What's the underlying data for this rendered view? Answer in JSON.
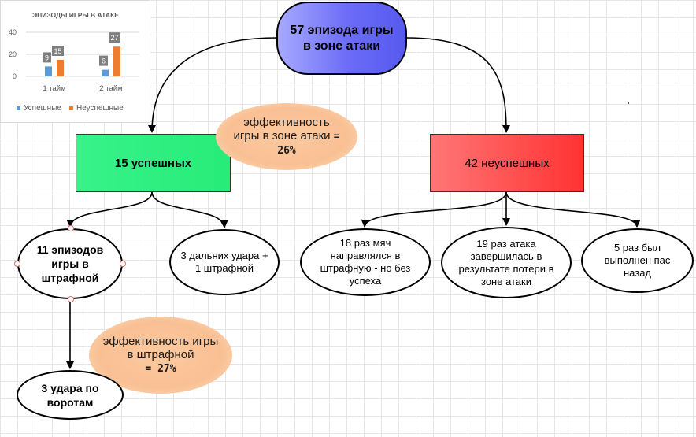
{
  "diagram": {
    "root": "57 эпизода игры в зоне атаки",
    "success": "15 успешных",
    "fail": "42 неуспешных",
    "callout_zone_text": "эффективность игры в зоне атаки",
    "callout_zone_value": "= 26%",
    "callout_penalty_text": "эффективность игры в штрафной",
    "callout_penalty_value": "= 27%",
    "penalty_episodes": "11 эпизодов игры в штрафной",
    "long_shots": "3 дальних удара + 1 штрафной",
    "shots_on_goal": "3 удара по воротам",
    "ball_to_box": "18 раз мяч направлялся в штрафную - но без успеха",
    "lost_ball": "19 раз атака завершилась в результате потери в зоне атаки",
    "back_pass": "5 раз был выполнен пас назад"
  },
  "colors": {
    "root": "#6b6cf7",
    "success": "#27ec79",
    "fail": "#ff3232",
    "callout": "#f9c093",
    "series_success": "#5b9bd5",
    "series_fail": "#ed7d31"
  },
  "chart_data": {
    "type": "bar",
    "title": "ЭПИЗОДЫ ИГРЫ В АТАКЕ",
    "categories": [
      "1 тайм",
      "2 тайм"
    ],
    "series": [
      {
        "name": "Успешные",
        "values": [
          9,
          6
        ]
      },
      {
        "name": "Неуспешные",
        "values": [
          15,
          27
        ]
      }
    ],
    "ylim": [
      0,
      40
    ],
    "yticks": [
      0,
      20,
      40
    ],
    "grid": true,
    "data_labels": true,
    "legend": "bottom"
  }
}
